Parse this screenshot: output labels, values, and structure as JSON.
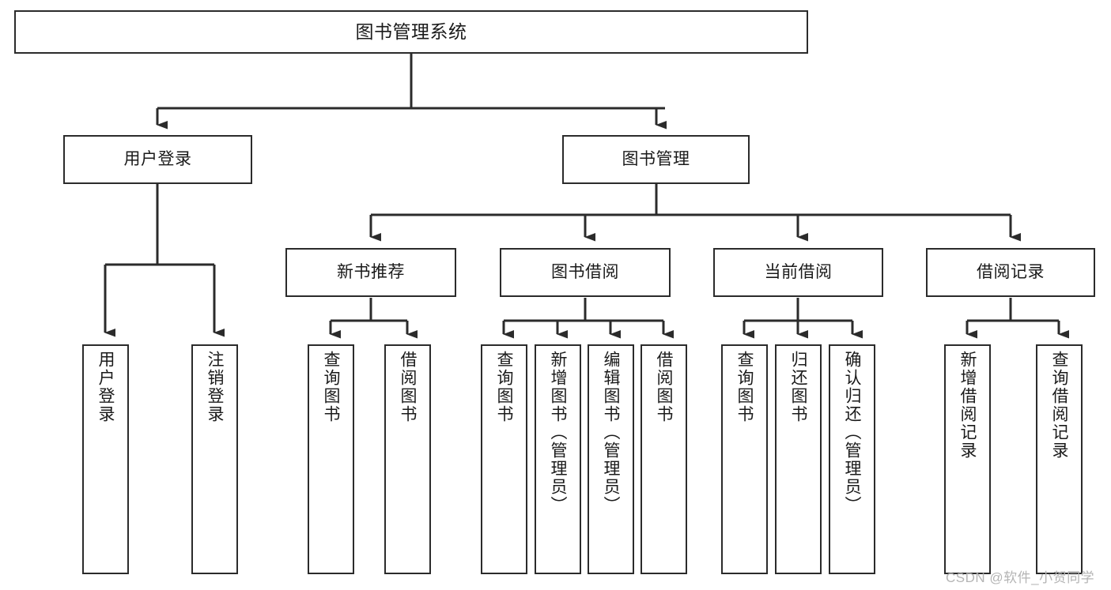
{
  "diagram": {
    "type": "tree",
    "title": "图书管理系统",
    "watermark": "CSDN @软件_小贺同学",
    "colors": {
      "background": "#ffffff",
      "stroke": "#2b2b2b",
      "text": "#1a1a1a",
      "watermark": "#b4b4b4"
    },
    "nodes": {
      "root": {
        "label": "图书管理系统"
      },
      "level2": [
        {
          "id": "user-login",
          "label": "用户登录"
        },
        {
          "id": "book-manage",
          "label": "图书管理"
        }
      ],
      "level3": [
        {
          "id": "new-book-rec",
          "label": "新书推荐",
          "parent": "book-manage"
        },
        {
          "id": "book-borrow",
          "label": "图书借阅",
          "parent": "book-manage"
        },
        {
          "id": "current-borrow",
          "label": "当前借阅",
          "parent": "book-manage"
        },
        {
          "id": "borrow-record",
          "label": "借阅记录",
          "parent": "book-manage"
        }
      ],
      "leaves": [
        {
          "id": "leaf-user-login",
          "label": "用户登录",
          "parent": "user-login"
        },
        {
          "id": "leaf-user-logout",
          "label": "注销登录",
          "parent": "user-login"
        },
        {
          "id": "leaf-query-book-1",
          "label": "查询图书",
          "parent": "new-book-rec"
        },
        {
          "id": "leaf-borrow-book-1",
          "label": "借阅图书",
          "parent": "new-book-rec"
        },
        {
          "id": "leaf-query-book-2",
          "label": "查询图书",
          "parent": "book-borrow"
        },
        {
          "id": "leaf-add-book",
          "label": "新增图书（管理员）",
          "parent": "book-borrow"
        },
        {
          "id": "leaf-edit-book",
          "label": "编辑图书（管理员）",
          "parent": "book-borrow"
        },
        {
          "id": "leaf-borrow-book-2",
          "label": "借阅图书",
          "parent": "book-borrow"
        },
        {
          "id": "leaf-query-book-3",
          "label": "查询图书",
          "parent": "current-borrow"
        },
        {
          "id": "leaf-return-book",
          "label": "归还图书",
          "parent": "current-borrow"
        },
        {
          "id": "leaf-confirm-return",
          "label": "确认归还（管理员）",
          "parent": "current-borrow"
        },
        {
          "id": "leaf-add-record",
          "label": "新增借阅记录",
          "parent": "borrow-record"
        },
        {
          "id": "leaf-query-record",
          "label": "查询借阅记录",
          "parent": "borrow-record"
        }
      ]
    }
  }
}
